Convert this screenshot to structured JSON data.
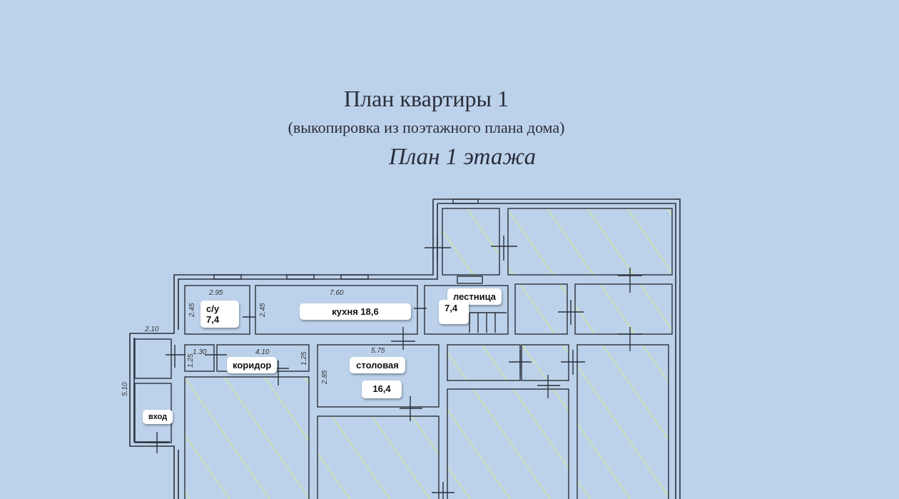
{
  "header": {
    "title": "План квартиры 1",
    "subtitle": "(выкопировка из поэтажного плана дома)",
    "floor": "План 1 этажа"
  },
  "rooms": {
    "bathroom": "с/у 7,4",
    "kitchen": "кухня 18,6",
    "stairs": "лестница",
    "stairs_area": "7,4",
    "corridor": "коридор",
    "dining": "столовая",
    "dining_area": "16,4",
    "entrance": "вход"
  },
  "dimensions": {
    "bath_w": "2.95",
    "bath_h": "2.45",
    "kitchen_w": "7.60",
    "kitchen_h": "2.45",
    "entrance_w": "2.10",
    "entrance_h": "5.10",
    "small_w": "1.30",
    "small_h": "1.25",
    "corridor_w": "4.10",
    "corridor_h": "1.25",
    "dining_w": "5.75",
    "dining_h": "2.85"
  },
  "colors": {
    "background": "#bcd2ea",
    "wall": "#2b2f3a",
    "hatch": "#d8ec8c"
  }
}
